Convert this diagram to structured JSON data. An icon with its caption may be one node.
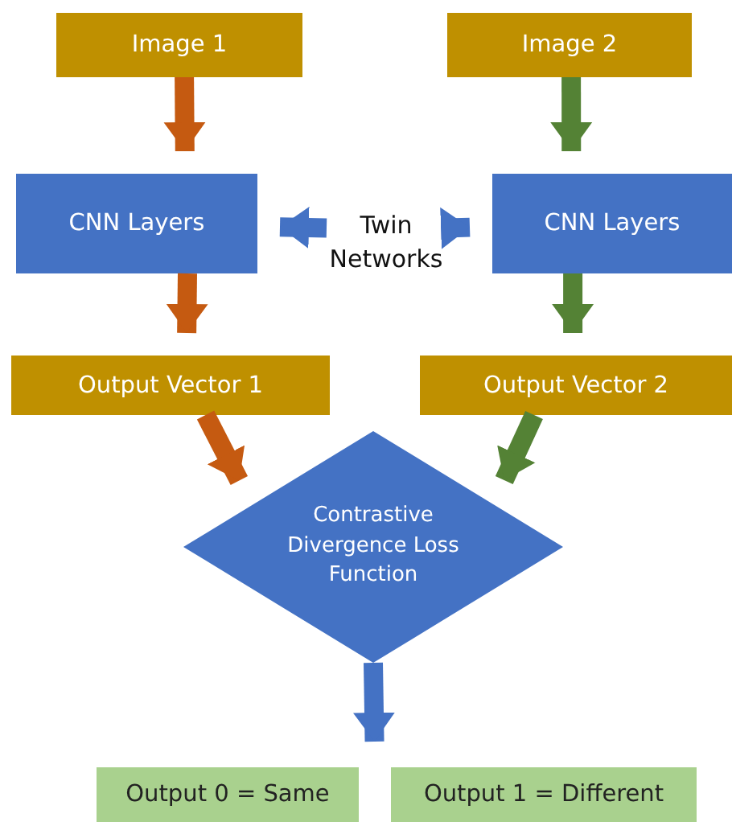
{
  "diagram": {
    "nodes": [
      {
        "text": [
          "Image 1"
        ]
      },
      {
        "text": [
          "Image 2"
        ]
      },
      {
        "text": [
          "CNN Layers"
        ]
      },
      {
        "text": [
          "Twin Networks"
        ]
      },
      {
        "text": [
          "CNN Layers"
        ]
      },
      {
        "text": [
          "Output Vector 1"
        ]
      },
      {
        "text": [
          "Output Vector 2"
        ]
      },
      {
        "text": [
          "Contrastive Divergence Loss Function"
        ]
      },
      {
        "text": [
          "Output 0 = Same"
        ]
      },
      {
        "text": [
          "Output 1 = Different"
        ]
      }
    ],
    "edges": [
      {
        "from": 0,
        "to": 2,
        "arrow": "to",
        "color": "#c55a11"
      },
      {
        "from": 1,
        "to": 4,
        "arrow": "to",
        "color": "#548235"
      },
      {
        "from": 3,
        "to": 2,
        "arrow": "to",
        "color": "#4472c4"
      },
      {
        "from": 3,
        "to": 4,
        "arrow": "to",
        "color": "#4472c4"
      },
      {
        "from": 2,
        "to": 5,
        "arrow": "to",
        "color": "#c55a11"
      },
      {
        "from": 4,
        "to": 6,
        "arrow": "to",
        "color": "#548235"
      },
      {
        "from": 5,
        "to": 7,
        "arrow": "to",
        "color": "#c55a11"
      },
      {
        "from": 6,
        "to": 7,
        "arrow": "to",
        "color": "#548235"
      },
      {
        "from": 7,
        "to": 8,
        "arrow": "to",
        "color": "#4472c4"
      },
      {
        "from": 7,
        "to": 9,
        "arrow": "to",
        "color": "#4472c4"
      }
    ]
  }
}
